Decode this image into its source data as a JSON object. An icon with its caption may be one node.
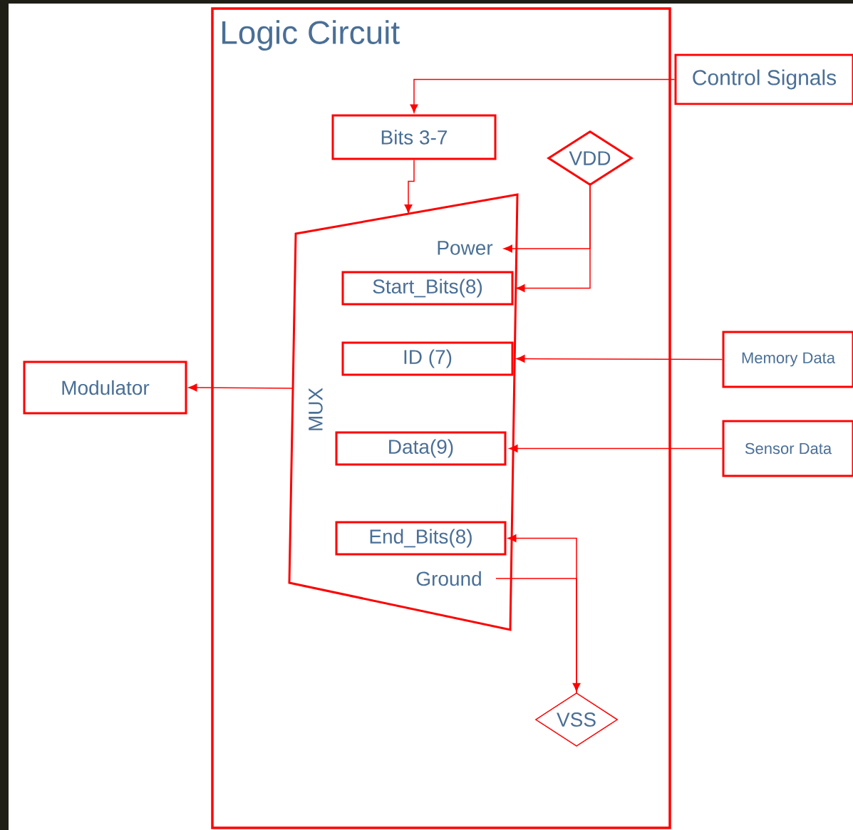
{
  "diagram": {
    "nodes": [
      {
        "text": [
          "Logic Circuit"
        ]
      },
      {
        "text": [
          "Control Signals"
        ]
      },
      {
        "text": [
          "Bits 3-7"
        ],
        "in": 0
      },
      {
        "text": [
          "VDD"
        ],
        "in": 0
      },
      {
        "text": [
          "MUX"
        ],
        "in": 0
      },
      {
        "text": [
          "Power"
        ],
        "in": 4
      },
      {
        "text": [
          "Start_Bits(8)"
        ],
        "in": 4
      },
      {
        "text": [
          "ID (7)"
        ],
        "in": 4
      },
      {
        "text": [
          "Data(9)"
        ],
        "in": 4
      },
      {
        "text": [
          "End_Bits(8)"
        ],
        "in": 4
      },
      {
        "text": [
          "Ground"
        ],
        "in": 4
      },
      {
        "text": [
          "VSS"
        ],
        "in": 0
      },
      {
        "text": [
          "Modulator"
        ]
      },
      {
        "text": [
          "Memory Data"
        ]
      },
      {
        "text": [
          "Sensor Data"
        ]
      }
    ],
    "edges": [
      {
        "from": 1,
        "to": 2,
        "arrow": "to"
      },
      {
        "from": 2,
        "to": 4,
        "arrow": "to"
      },
      {
        "from": 3,
        "to": 5,
        "arrow": "to"
      },
      {
        "from": 3,
        "to": 6,
        "arrow": "to"
      },
      {
        "from": 13,
        "to": 7,
        "arrow": "to"
      },
      {
        "from": 14,
        "to": 8,
        "arrow": "to"
      },
      {
        "from": 4,
        "to": 12,
        "arrow": "to"
      },
      {
        "from": 11,
        "to": 9,
        "arrow": "to"
      },
      {
        "from": 10,
        "to": 11,
        "arrow": "to"
      }
    ]
  }
}
